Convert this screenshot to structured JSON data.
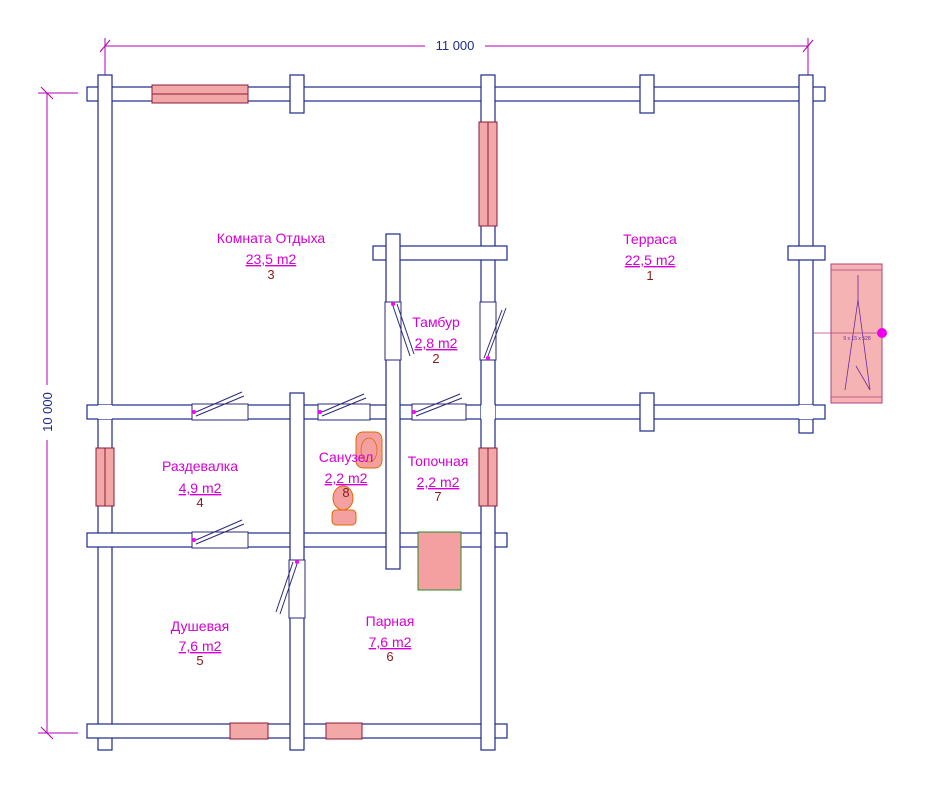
{
  "dimensions": {
    "width_label": "11 000",
    "height_label": "10 000"
  },
  "rooms": [
    {
      "name": "Терраса",
      "area": "22,5 m2",
      "num": "1"
    },
    {
      "name": "Тамбур",
      "area": "2,8 m2",
      "num": "2"
    },
    {
      "name": "Комната Отдыха",
      "area": "23,5 m2",
      "num": "3"
    },
    {
      "name": "Раздевалка",
      "area": "4,9 m2",
      "num": "4"
    },
    {
      "name": "Душевая",
      "area": "7,6 m2",
      "num": "5"
    },
    {
      "name": "Парная",
      "area": "7,6 m2",
      "num": "6"
    },
    {
      "name": "Топочная",
      "area": "2,2 m2",
      "num": "7"
    },
    {
      "name": "Санузел",
      "area": "2,2 m2",
      "num": "8"
    }
  ],
  "stair_label": "9 x 15 x 528",
  "colors": {
    "wall": "#1c2a8c",
    "label": "#d400d4",
    "number": "#8a1a1a",
    "window": "#f3a8a8",
    "stove_outline": "#2a8a2a"
  }
}
